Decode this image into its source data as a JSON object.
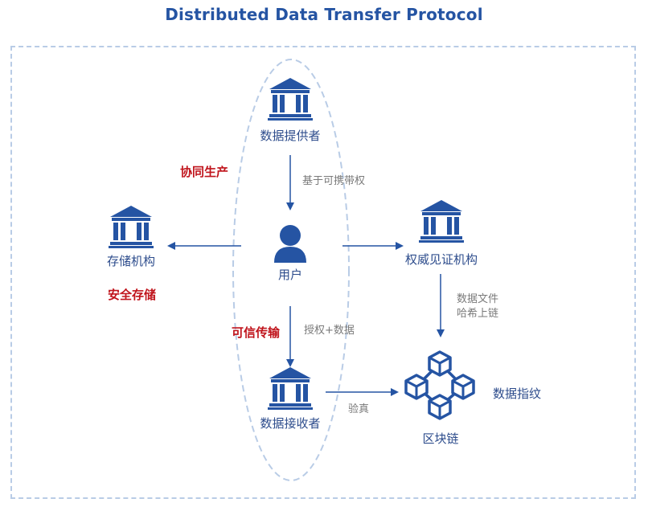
{
  "title": "Distributed Data Transfer Protocol",
  "nodes": {
    "provider": "数据提供者",
    "user": "用户",
    "receiver": "数据接收者",
    "storage": "存储机构",
    "authority": "权威见证机构",
    "blockchain": "区块链"
  },
  "edges": {
    "provider_to_user": "基于可携带权",
    "user_to_receiver": "授权+数据",
    "receiver_to_blockchain": "验真",
    "authority_to_blockchain": "数据文件\n哈希上链"
  },
  "annotations": {
    "collab_production": "协同生产",
    "secure_storage": "安全存储",
    "trusted_transfer": "可信传输",
    "data_fingerprint": "数据指纹"
  },
  "colors": {
    "primary": "#2554a3",
    "accent_red": "#c0141c",
    "dashed": "#b9cce6"
  }
}
